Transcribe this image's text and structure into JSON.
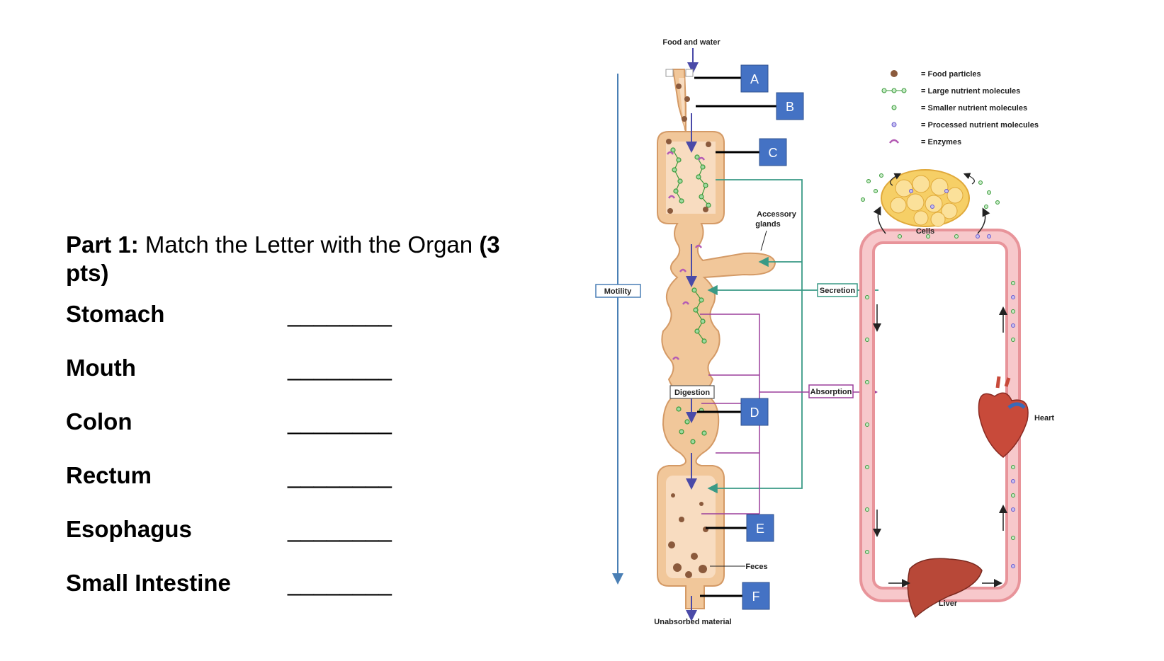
{
  "question": {
    "part_label": "Part 1:",
    "prompt": " Match the Letter with the Organ ",
    "points": "(3 pts)"
  },
  "answers": [
    {
      "organ": "Stomach",
      "blank": "________"
    },
    {
      "organ": "Mouth",
      "blank": "________"
    },
    {
      "organ": "Colon",
      "blank": "________"
    },
    {
      "organ": "Rectum",
      "blank": "________"
    },
    {
      "organ": "Esophagus",
      "blank": "________"
    },
    {
      "organ": "Small Intestine",
      "blank": "________"
    }
  ],
  "diagram": {
    "top_label": "Food and water",
    "bottom_label": "Unabsorbed material",
    "letters": [
      "A",
      "B",
      "C",
      "D",
      "E",
      "F"
    ],
    "process_labels": {
      "motility": "Motility",
      "secretion": "Secretion",
      "digestion": "Digestion",
      "absorption": "Absorption"
    },
    "accessory_line1": "Accessory",
    "accessory_line2": "glands",
    "feces": "Feces",
    "cells": "Cells",
    "heart": "Heart",
    "liver": "Liver",
    "legend": [
      {
        "icon": "food-particle-icon",
        "text": "= Food particles"
      },
      {
        "icon": "large-molecule-icon",
        "text": "= Large nutrient molecules"
      },
      {
        "icon": "small-molecule-icon",
        "text": "= Smaller nutrient molecules"
      },
      {
        "icon": "processed-molecule-icon",
        "text": "= Processed nutrient molecules"
      },
      {
        "icon": "enzyme-icon",
        "text": "= Enzymes"
      }
    ],
    "colors": {
      "tract": "#f1c79a",
      "tract_edge": "#d49a66",
      "letter_box": "#4472c4",
      "secretion_line": "#3a9a86",
      "absorption_line": "#9b3f9b",
      "vessel": "#f2a8ad",
      "green_molecule": "#4caf50",
      "purple_molecule": "#6a5acd",
      "enzyme": "#b45bb4"
    }
  }
}
